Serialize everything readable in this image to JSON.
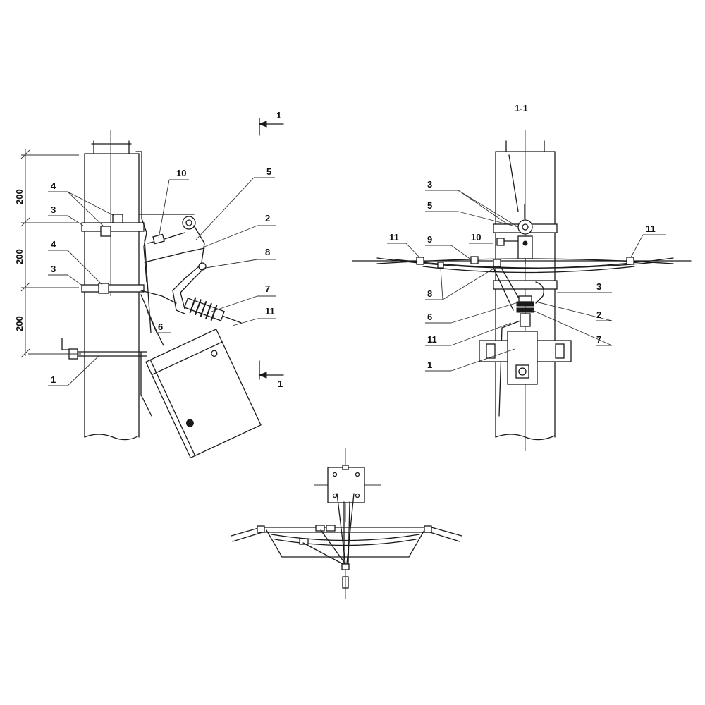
{
  "views": {
    "section_title": "1-1",
    "section_mark_top": "1",
    "section_mark_bottom": "1"
  },
  "dimensions": [
    "200",
    "200",
    "200"
  ],
  "callouts_left": {
    "c10": "10",
    "c5": "5",
    "c2": "2",
    "c8": "8",
    "c7": "7",
    "c11": "11",
    "c6": "6",
    "c4a": "4",
    "c3a": "3",
    "c4b": "4",
    "c3b": "3",
    "c1": "1"
  },
  "callouts_right": {
    "c3": "3",
    "c5": "5",
    "c10": "10",
    "c9": "9",
    "c11a": "11",
    "c11b": "11",
    "c8": "8",
    "c3b": "3",
    "c6": "6",
    "c2": "2",
    "c11c": "11",
    "c7": "7",
    "c1": "1"
  }
}
